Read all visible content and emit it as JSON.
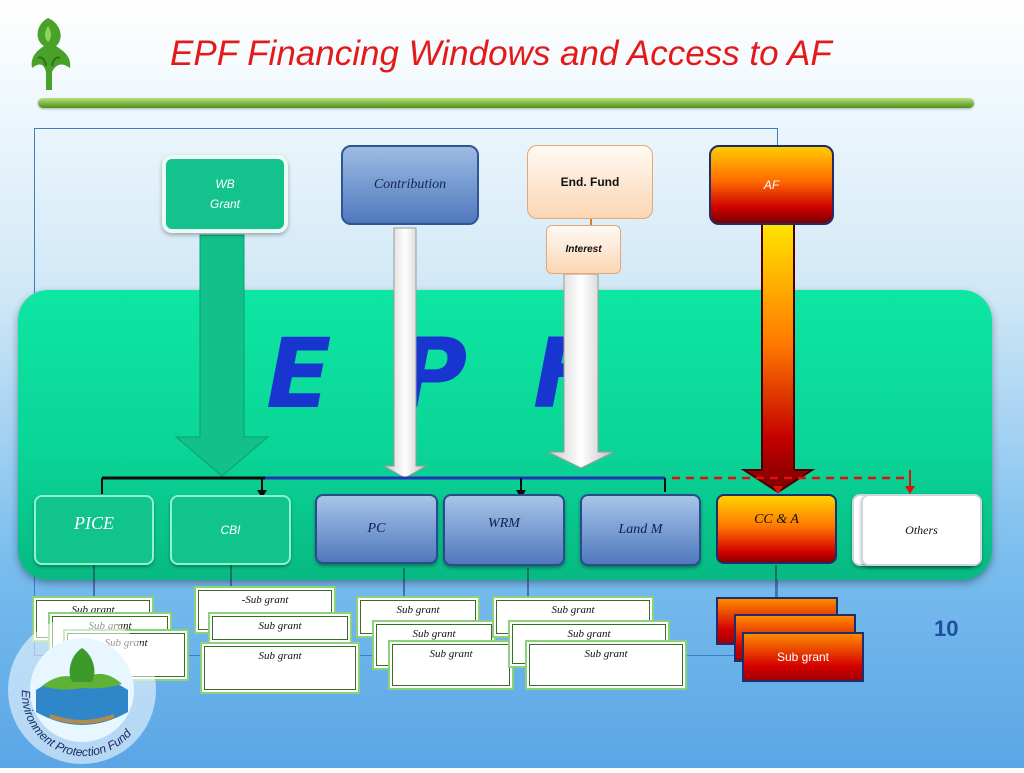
{
  "title": "EPF Financing Windows and Access to AF",
  "center_label": "E P F",
  "page_number": "10",
  "sources": {
    "wb_line1": "WB",
    "wb_line2": "Grant",
    "contribution": "Contribution",
    "end_fund": "End. Fund",
    "interest": "Interest",
    "af": "AF"
  },
  "windows": {
    "pice": "PICE",
    "cbi": "CBI",
    "pc": "PC",
    "wrm": "WRM",
    "land_m": "Land M",
    "cc_a": "CC & A",
    "others": "Others"
  },
  "subgrants": {
    "label": "Sub grant",
    "label_dash": "-Sub grant",
    "af_label": "Sub grant"
  },
  "logo": {
    "ring_text": "Environment Protection Fund"
  },
  "colors": {
    "title": "#e41a1a",
    "epf_band": "#0ad597",
    "epf_text": "#1835cf",
    "window_blue": "#4f79bd",
    "af_red": "#cc0000"
  }
}
